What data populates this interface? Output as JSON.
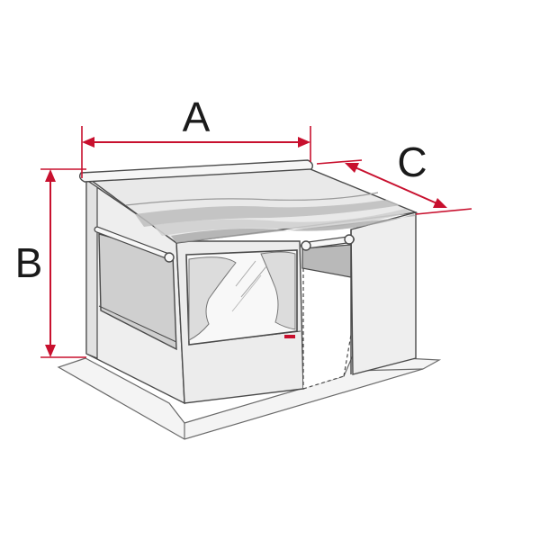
{
  "dimensions": {
    "a": {
      "label": "A"
    },
    "b": {
      "label": "B"
    },
    "c": {
      "label": "C"
    }
  },
  "colors": {
    "dimension_line": "#c8102e",
    "outline": "#4a4a4a",
    "panel": "#ebebeb",
    "panel_dark": "#c9c9c9",
    "window_pane": "#f7f7f7",
    "floor": "#f2f2f2"
  }
}
